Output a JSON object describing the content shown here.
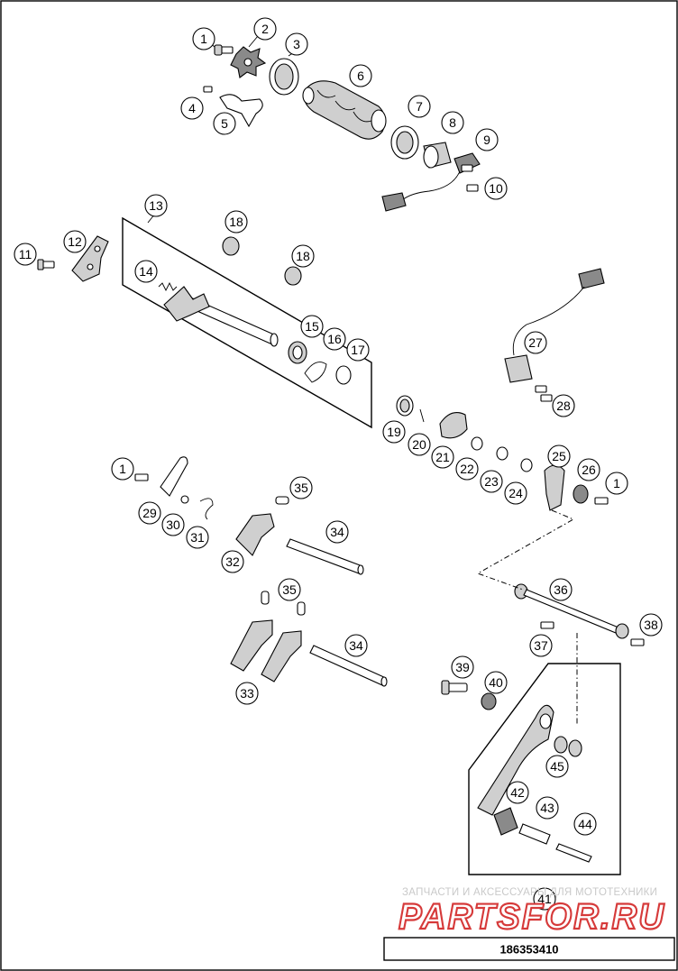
{
  "diagram": {
    "part_number": "186353410",
    "watermark": {
      "line1": "ЗАПЧАСТИ И АКСЕССУАРЫ ДЛЯ МОТОТЕХНИКИ",
      "line2": "PARTSFOR.RU"
    },
    "callouts": [
      "1",
      "2",
      "3",
      "4",
      "5",
      "6",
      "7",
      "8",
      "9",
      "10",
      "11",
      "12",
      "13",
      "14",
      "15",
      "16",
      "17",
      "18",
      "18",
      "19",
      "20",
      "21",
      "22",
      "23",
      "24",
      "25",
      "26",
      "1",
      "1",
      "29",
      "30",
      "31",
      "32",
      "33",
      "34",
      "34",
      "35",
      "35",
      "36",
      "37",
      "38",
      "39",
      "40",
      "41",
      "42",
      "43",
      "44",
      "45",
      "27",
      "28"
    ]
  }
}
